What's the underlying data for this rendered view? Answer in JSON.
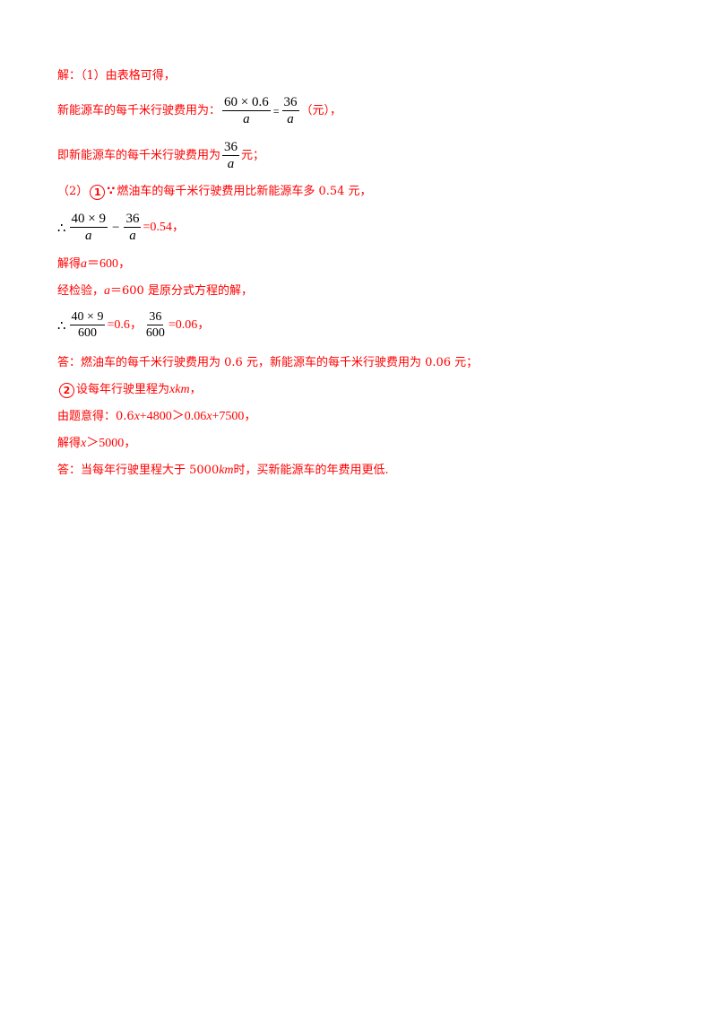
{
  "l1": "解：（1）由表格可得，",
  "l2": {
    "prefix": "新能源车的每千米行驶费用为：",
    "f1_num": "60 × 0.6",
    "f1_den": "a",
    "eq": "=",
    "f2_num": "36",
    "f2_den": "a",
    "suffix": "（元），"
  },
  "l3": {
    "prefix": "即新能源车的每千米行驶费用为",
    "f_num": "36",
    "f_den": "a",
    "suffix": "元；"
  },
  "l4": {
    "prefix": "（2）",
    "circle": "1",
    "because": "∵",
    "text": "燃油车的每千米行驶费用比新能源车多 0.54 元，"
  },
  "l5": {
    "therefore": "∴",
    "f1_num": "40 × 9",
    "f1_den": "a",
    "minus": "−",
    "f2_num": "36",
    "f2_den": "a",
    "suffix": "=0.54，"
  },
  "l6": {
    "a": "解得 ",
    "var": "a",
    "b": "＝600，"
  },
  "l7": {
    "a": "经检验，",
    "var": "a",
    "b": "＝600 是原分式方程的解，"
  },
  "l8": {
    "therefore": "∴",
    "f1_num": "40 × 9",
    "f1_den": "600",
    "mid": "=0.6，",
    "f2_num": "36",
    "f2_den": "600",
    "suffix": "=0.06，"
  },
  "l9": "答：燃油车的每千米行驶费用为 0.6 元，新能源车的每千米行驶费用为 0.06 元；",
  "l10": {
    "circle": "2",
    "a": "设每年行驶里程为 ",
    "var": "xkm",
    "b": "，"
  },
  "l11": {
    "a": "由题意得：0.6",
    "v1": "x",
    "b": "+4800＞0.06",
    "v2": "x",
    "c": "+7500，"
  },
  "l12": {
    "a": "解得 ",
    "var": "x",
    "b": "＞5000，"
  },
  "l13": {
    "a": "答：当每年行驶里程大于 5000",
    "var": "km",
    "b": " 时，买新能源车的年费用更低."
  }
}
